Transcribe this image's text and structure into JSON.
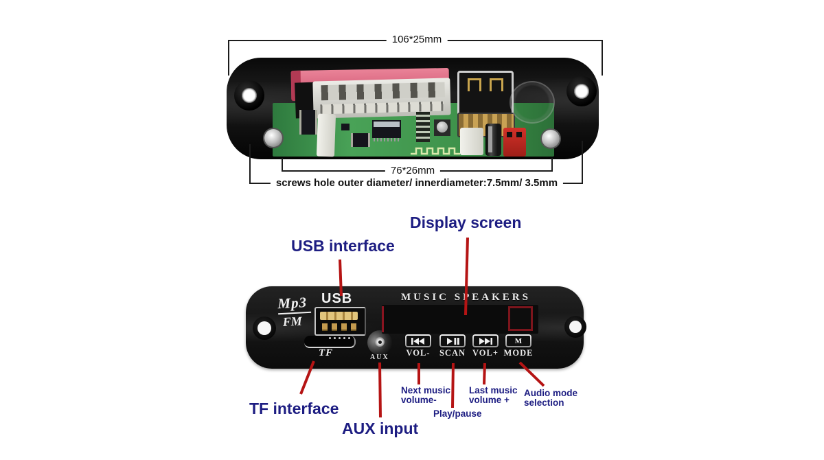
{
  "colors": {
    "navy_label": "#1d1d82",
    "annotation_red": "#b51414",
    "dimension_black": "#1c1c1c",
    "pcb_green": "#3f9150",
    "display_pink": "#d4607b",
    "panel_black": "#171717",
    "usb_gold": "#c9a254"
  },
  "dimensions": {
    "board_outer": "106*25mm",
    "board_inner": "76*26mm",
    "screws_note": "screws hole outer diameter/ innerdiameter:7.5mm/ 3.5mm"
  },
  "panel": {
    "logo_top": "Mp3",
    "logo_bottom": "FM",
    "usb_port_label": "USB",
    "tf_slot_label": "TF",
    "aux_jack_label": "AUX",
    "brand": "MUSIC SPEAKERS",
    "buttons": [
      {
        "icon": "skip-back-icon",
        "label": "VOL-"
      },
      {
        "icon": "play-pause-icon",
        "label": "SCAN"
      },
      {
        "icon": "skip-forward-icon",
        "label": "VOL+"
      },
      {
        "icon": "mode-icon",
        "glyph": "M",
        "label": "MODE"
      }
    ]
  },
  "callouts": {
    "usb": "USB interface",
    "display": "Display screen",
    "tf": "TF interface",
    "aux": "AUX input",
    "vol_minus_1": "Next music",
    "vol_minus_2": "volume-",
    "scan": "Play/pause",
    "vol_plus_1": "Last music",
    "vol_plus_2": "volume +",
    "mode_1": "Audio mode",
    "mode_2": "selection"
  }
}
